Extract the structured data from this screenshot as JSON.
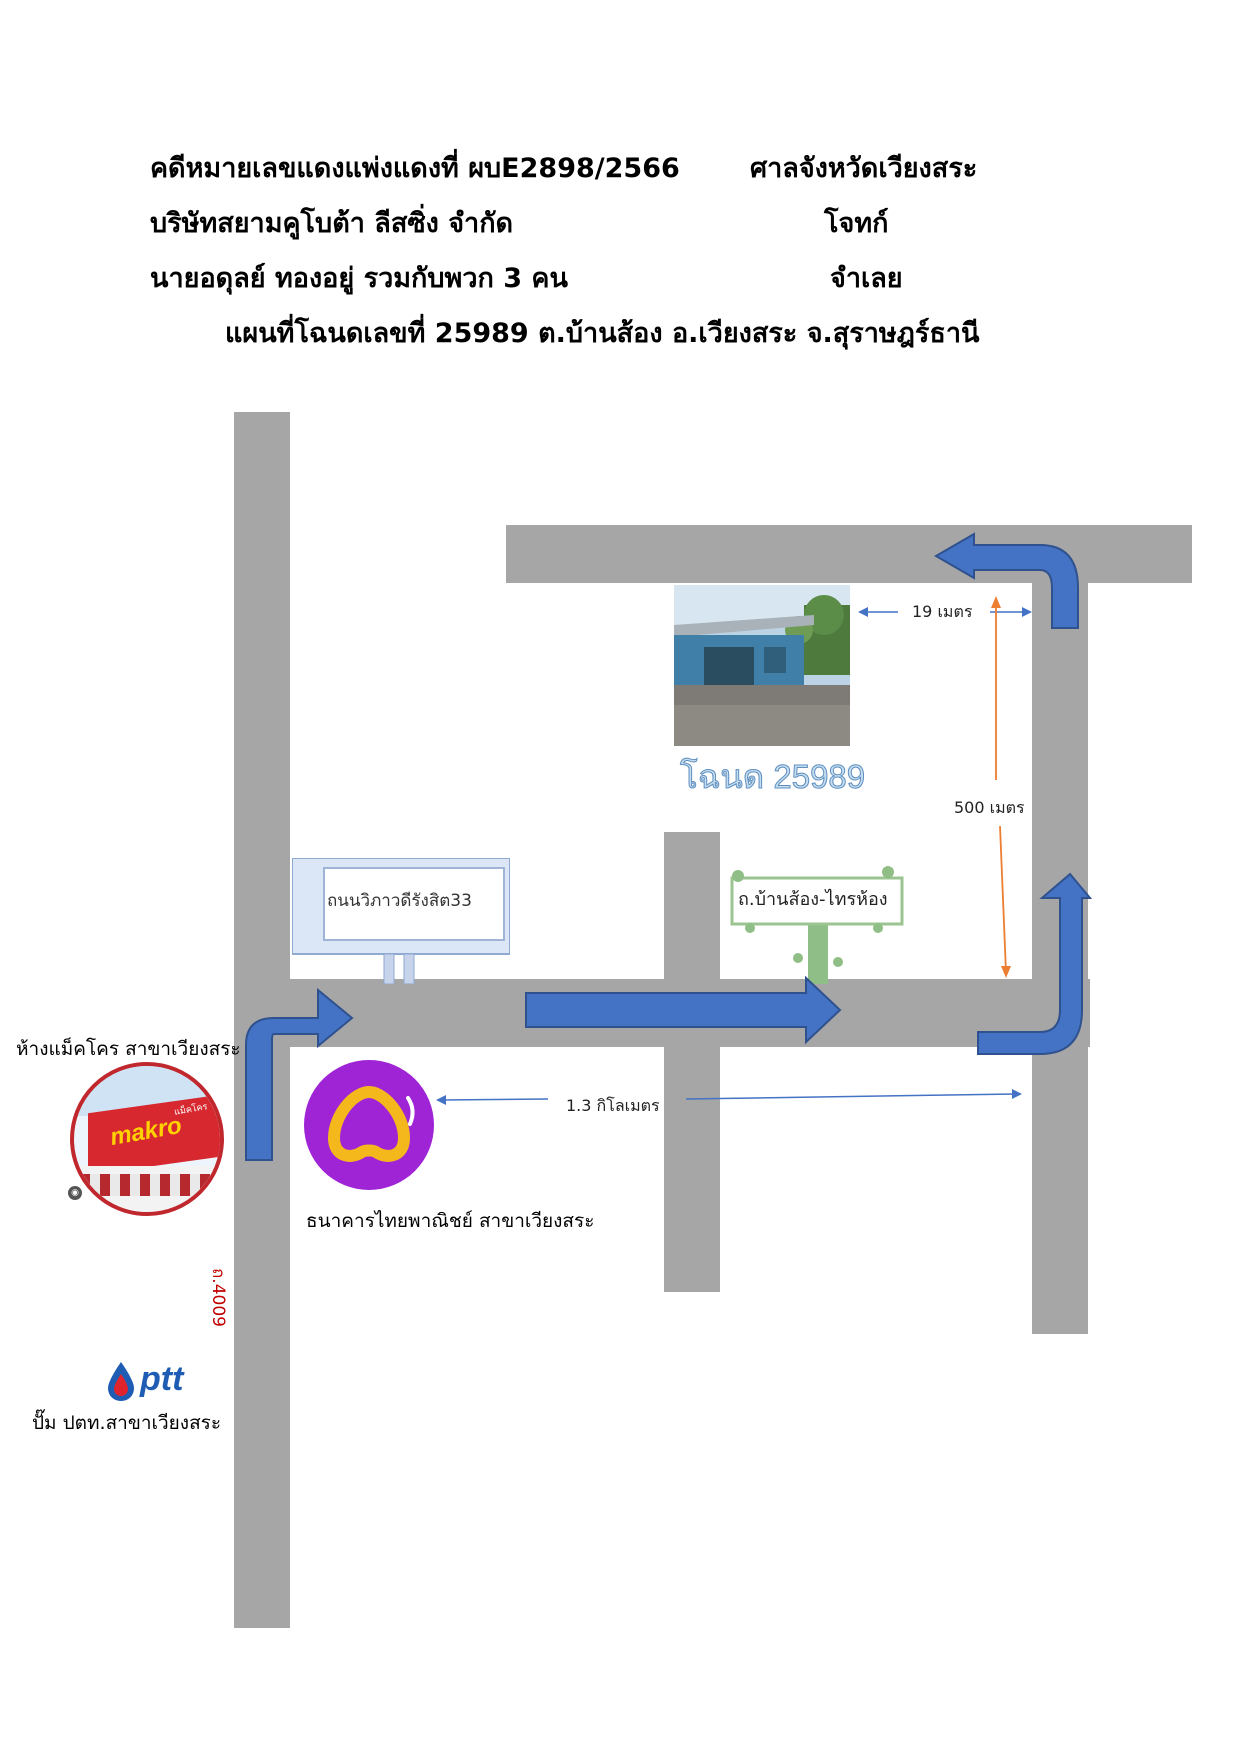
{
  "header": {
    "case_line": "คดีหมายเลขแดงแพ่งแดงที่ ผบE2898/2566",
    "court": "ศาลจังหวัดเวียงสระ",
    "plaintiff_name": "บริษัทสยามคูโบต้า  ลีสซิ่ง จำกัด",
    "plaintiff_role": "โจทก์",
    "defendant_name": "นายอดุลย์ ทองอยู่ รวมกับพวก 3 คน",
    "defendant_role": "จำเลย",
    "map_title": "แผนที่โฉนดเลขที่ 25989 ต.บ้านส้อง อ.เวียงสระ จ.สุราษฎร์ธานี"
  },
  "map": {
    "road_color": "#a6a6a6",
    "arrow_color": "#4472c4",
    "arrow_outline": "#2f528f",
    "distance_color_blue": "#4472c4",
    "distance_color_orange": "#ed7d31",
    "main_road_label": "ถ.4009",
    "street_sign": "ถนนวิภาวดีรังสิต33",
    "local_road_sign": "ถ.บ้านส้อง-ไทรห้อง",
    "deed_label": "โฉนด 25989",
    "distance_top": "19 เมตร",
    "distance_side": "500 เมตร",
    "distance_bottom": "1.3 กิโลเมตร",
    "landmarks": {
      "makro_label": "ห้างแม็คโคร สาขาเวียงสระ",
      "makro_logo_text": "makro",
      "makro_logo_subtext": "แม็คโคร",
      "bank_label": "ธนาคารไทยพาณิชย์ สาขาเวียงสระ",
      "ptt_logo_text": "ptt",
      "ptt_label": "ปั๊ม ปตท.สาขาเวียงสระ"
    },
    "icons": [
      "makro-logo-icon",
      "scb-logo-icon",
      "ptt-logo-icon",
      "house-photo",
      "signboard-icon",
      "vine-sign-icon"
    ]
  }
}
